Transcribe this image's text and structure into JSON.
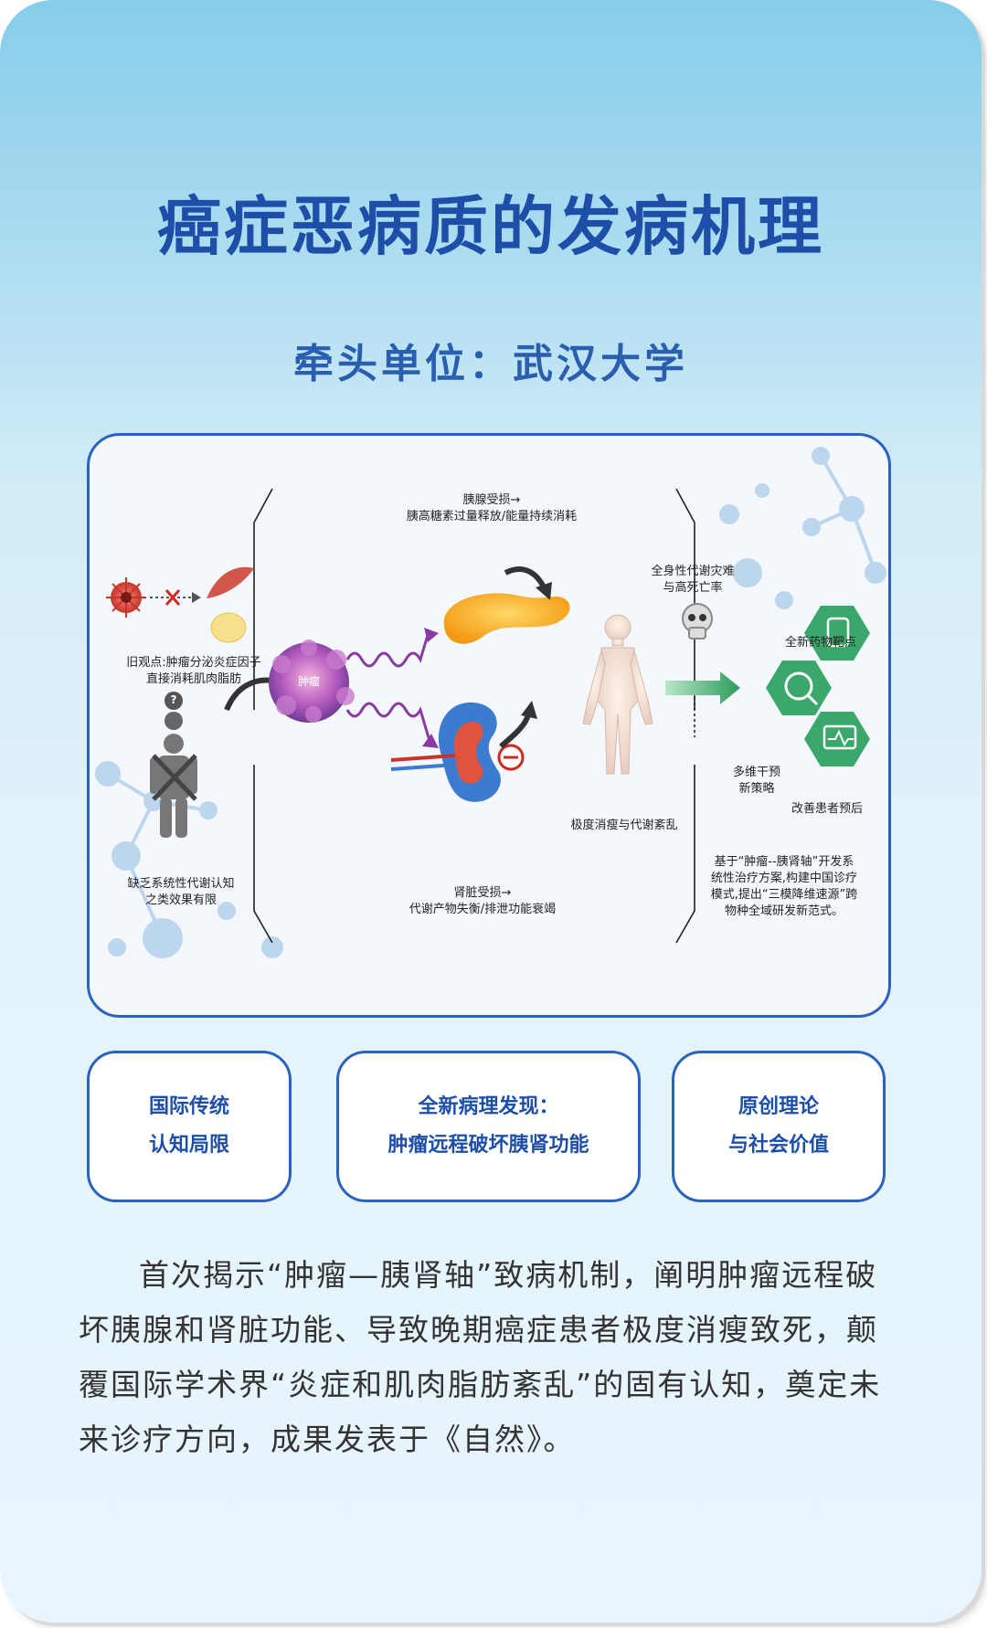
{
  "header": {
    "title": "癌症恶病质的发病机理",
    "subtitle": "牵头单位：武汉大学"
  },
  "diagram": {
    "old_view": "旧观点:肿瘤分泌炎症因子\n直接消耗肌肉脂肪",
    "lack_view": "缺乏系统性代谢认知\n之类效果有限",
    "tumor_label": "肿瘤",
    "pancreas_label": "胰腺受损→\n胰高糖素过量释放/能量持续消耗",
    "kidney_label": "肾脏受损→\n代谢产物失衡/排泄功能衰竭",
    "systemic_label": "全身性代谢灾难\n与高死亡率",
    "wasting_label": "极度消瘦与代谢紊乱",
    "new_target": "全新药物靶点",
    "multi_target": "多维干预\n新策略",
    "prognosis": "改善患者预后",
    "conclusion": "基于“肿瘤--胰肾轴”开发系\n统性治疗方案,构建中国诊疗\n模式,提出“三模降维速源”跨\n物种全域研发新范式。",
    "question_mark": "?"
  },
  "boxes": [
    {
      "line1": "国际传统",
      "line2": "认知局限"
    },
    {
      "line1": "全新病理发现：",
      "line2": "肿瘤远程破坏胰肾功能"
    },
    {
      "line1": "原创理论",
      "line2": "与社会价值"
    }
  ],
  "paragraph": "首次揭示“肿瘤—胰肾轴”致病机制，阐明肿瘤远程破坏胰腺和肾脏功能、导致晚期癌症患者极度消瘦致死，颠覆国际学术界“炎症和肌肉脂肪紊乱”的固有认知，奠定未来诊疗方向，成果发表于《自然》。",
  "colors": {
    "title": "#1d4fa8",
    "border": "#2b62bd",
    "tumor": "#9b4fb0",
    "pancreas": "#f3a21b",
    "kidney": "#3b7bd0",
    "hexagon": "#3aa86b"
  }
}
